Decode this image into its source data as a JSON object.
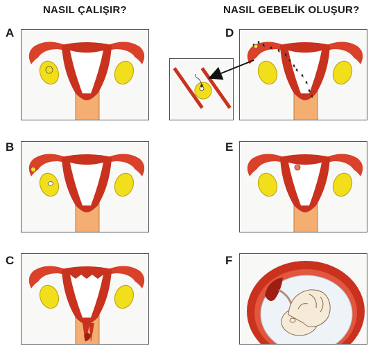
{
  "headings": {
    "left": "NASIL ÇALIŞIR?",
    "right": "NASIL GEBELİK OLUŞUR?"
  },
  "panels": [
    {
      "letter": "A"
    },
    {
      "letter": "B"
    },
    {
      "letter": "C"
    },
    {
      "letter": "D"
    },
    {
      "letter": "E"
    },
    {
      "letter": "F"
    }
  ],
  "colors": {
    "uterus_red": "#c8321e",
    "tube_red": "#d9412a",
    "cavity_white": "#ffffff",
    "ovary_yellow": "#f2df1c",
    "ovary_outline": "#c5a80e",
    "cervix_orange": "#f4ae72",
    "panel_bg": "#f8f8f6",
    "amniotic_blue": "#eef3f8",
    "fetus_cream": "#f6ead8"
  }
}
